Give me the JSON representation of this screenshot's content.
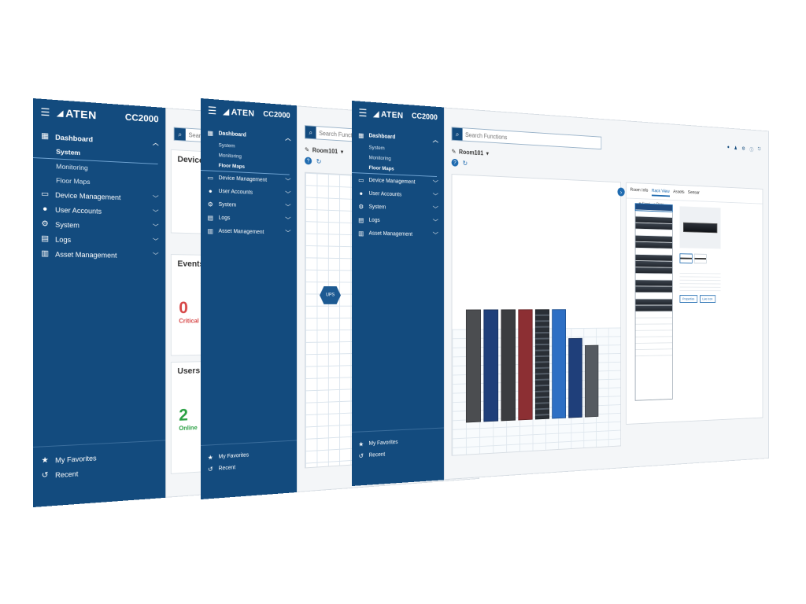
{
  "brand": {
    "logo": "ATEN",
    "product": "CC2000",
    "color": "#134b7e"
  },
  "search": {
    "placeholder": "Search Functions"
  },
  "sidebar": {
    "items": [
      {
        "label": "Dashboard",
        "icon": "dashboard-icon"
      },
      {
        "label": "Device Management",
        "icon": "device-icon"
      },
      {
        "label": "User Accounts",
        "icon": "user-icon"
      },
      {
        "label": "System",
        "icon": "gear-icon"
      },
      {
        "label": "Logs",
        "icon": "logs-icon"
      },
      {
        "label": "Asset Management",
        "icon": "asset-icon"
      }
    ],
    "dashboard_sub": [
      "System",
      "Monitoring",
      "Floor Maps"
    ],
    "bottom": [
      {
        "label": "My Favorites",
        "icon": "star-icon"
      },
      {
        "label": "Recent",
        "icon": "recent-icon"
      }
    ]
  },
  "dashboard": {
    "device_status_title": "Device Status",
    "events": {
      "title": "Events",
      "count": "0",
      "label": "Critical"
    },
    "users": {
      "title": "Users",
      "count": "2",
      "label": "Online"
    }
  },
  "floor": {
    "room": "Room101",
    "ups_label": "UPS"
  },
  "rack_view": {
    "tabs": [
      "Room Info",
      "Rack View",
      "Assets",
      "Sensor"
    ],
    "active_tab": "Rack View",
    "view_options": [
      "Front",
      "Rear"
    ],
    "buttons": [
      "Properties",
      "Live Icon"
    ]
  },
  "colors": {
    "critical": "#d64545",
    "online": "#2aa043",
    "accent": "#1f6bb0"
  }
}
